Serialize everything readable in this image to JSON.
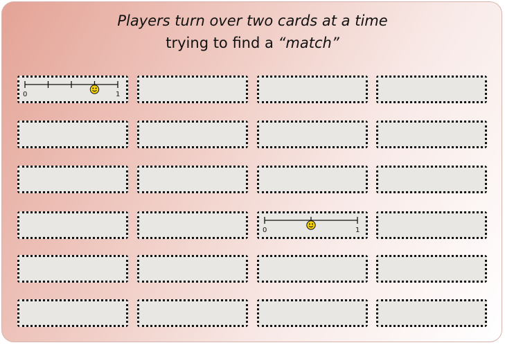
{
  "instruction": {
    "line1_part1": "Players turn over two cards at a time",
    "line2_part1": "trying to find a ",
    "line2_match": "“match”"
  },
  "cards": [
    {
      "row": 1,
      "col": 1,
      "face_up": true,
      "number_line": {
        "start_label": "0",
        "end_label": "1",
        "divisions": 4,
        "marker_position": 0.75,
        "marker_icon": "smiley-icon"
      }
    },
    {
      "row": 1,
      "col": 2,
      "face_up": false
    },
    {
      "row": 1,
      "col": 3,
      "face_up": false
    },
    {
      "row": 1,
      "col": 4,
      "face_up": false
    },
    {
      "row": 2,
      "col": 1,
      "face_up": false
    },
    {
      "row": 2,
      "col": 2,
      "face_up": false
    },
    {
      "row": 2,
      "col": 3,
      "face_up": false
    },
    {
      "row": 2,
      "col": 4,
      "face_up": false
    },
    {
      "row": 3,
      "col": 1,
      "face_up": false
    },
    {
      "row": 3,
      "col": 2,
      "face_up": false
    },
    {
      "row": 3,
      "col": 3,
      "face_up": false
    },
    {
      "row": 3,
      "col": 4,
      "face_up": false
    },
    {
      "row": 4,
      "col": 1,
      "face_up": false
    },
    {
      "row": 4,
      "col": 2,
      "face_up": false
    },
    {
      "row": 4,
      "col": 3,
      "face_up": true,
      "number_line": {
        "start_label": "0",
        "end_label": "1",
        "divisions": 2,
        "marker_position": 0.5,
        "marker_icon": "smiley-icon"
      }
    },
    {
      "row": 4,
      "col": 4,
      "face_up": false
    },
    {
      "row": 5,
      "col": 1,
      "face_up": false
    },
    {
      "row": 5,
      "col": 2,
      "face_up": false
    },
    {
      "row": 5,
      "col": 3,
      "face_up": false
    },
    {
      "row": 5,
      "col": 4,
      "face_up": false
    },
    {
      "row": 6,
      "col": 1,
      "face_up": false
    },
    {
      "row": 6,
      "col": 2,
      "face_up": false
    },
    {
      "row": 6,
      "col": 3,
      "face_up": false
    },
    {
      "row": 6,
      "col": 4,
      "face_up": false
    }
  ],
  "colors": {
    "card_face": "#e8e7e4",
    "card_border": "#111111",
    "marker_fill": "#f5d20a",
    "board_gradient_start": "#e4a396",
    "board_gradient_end": "#ffffff"
  }
}
